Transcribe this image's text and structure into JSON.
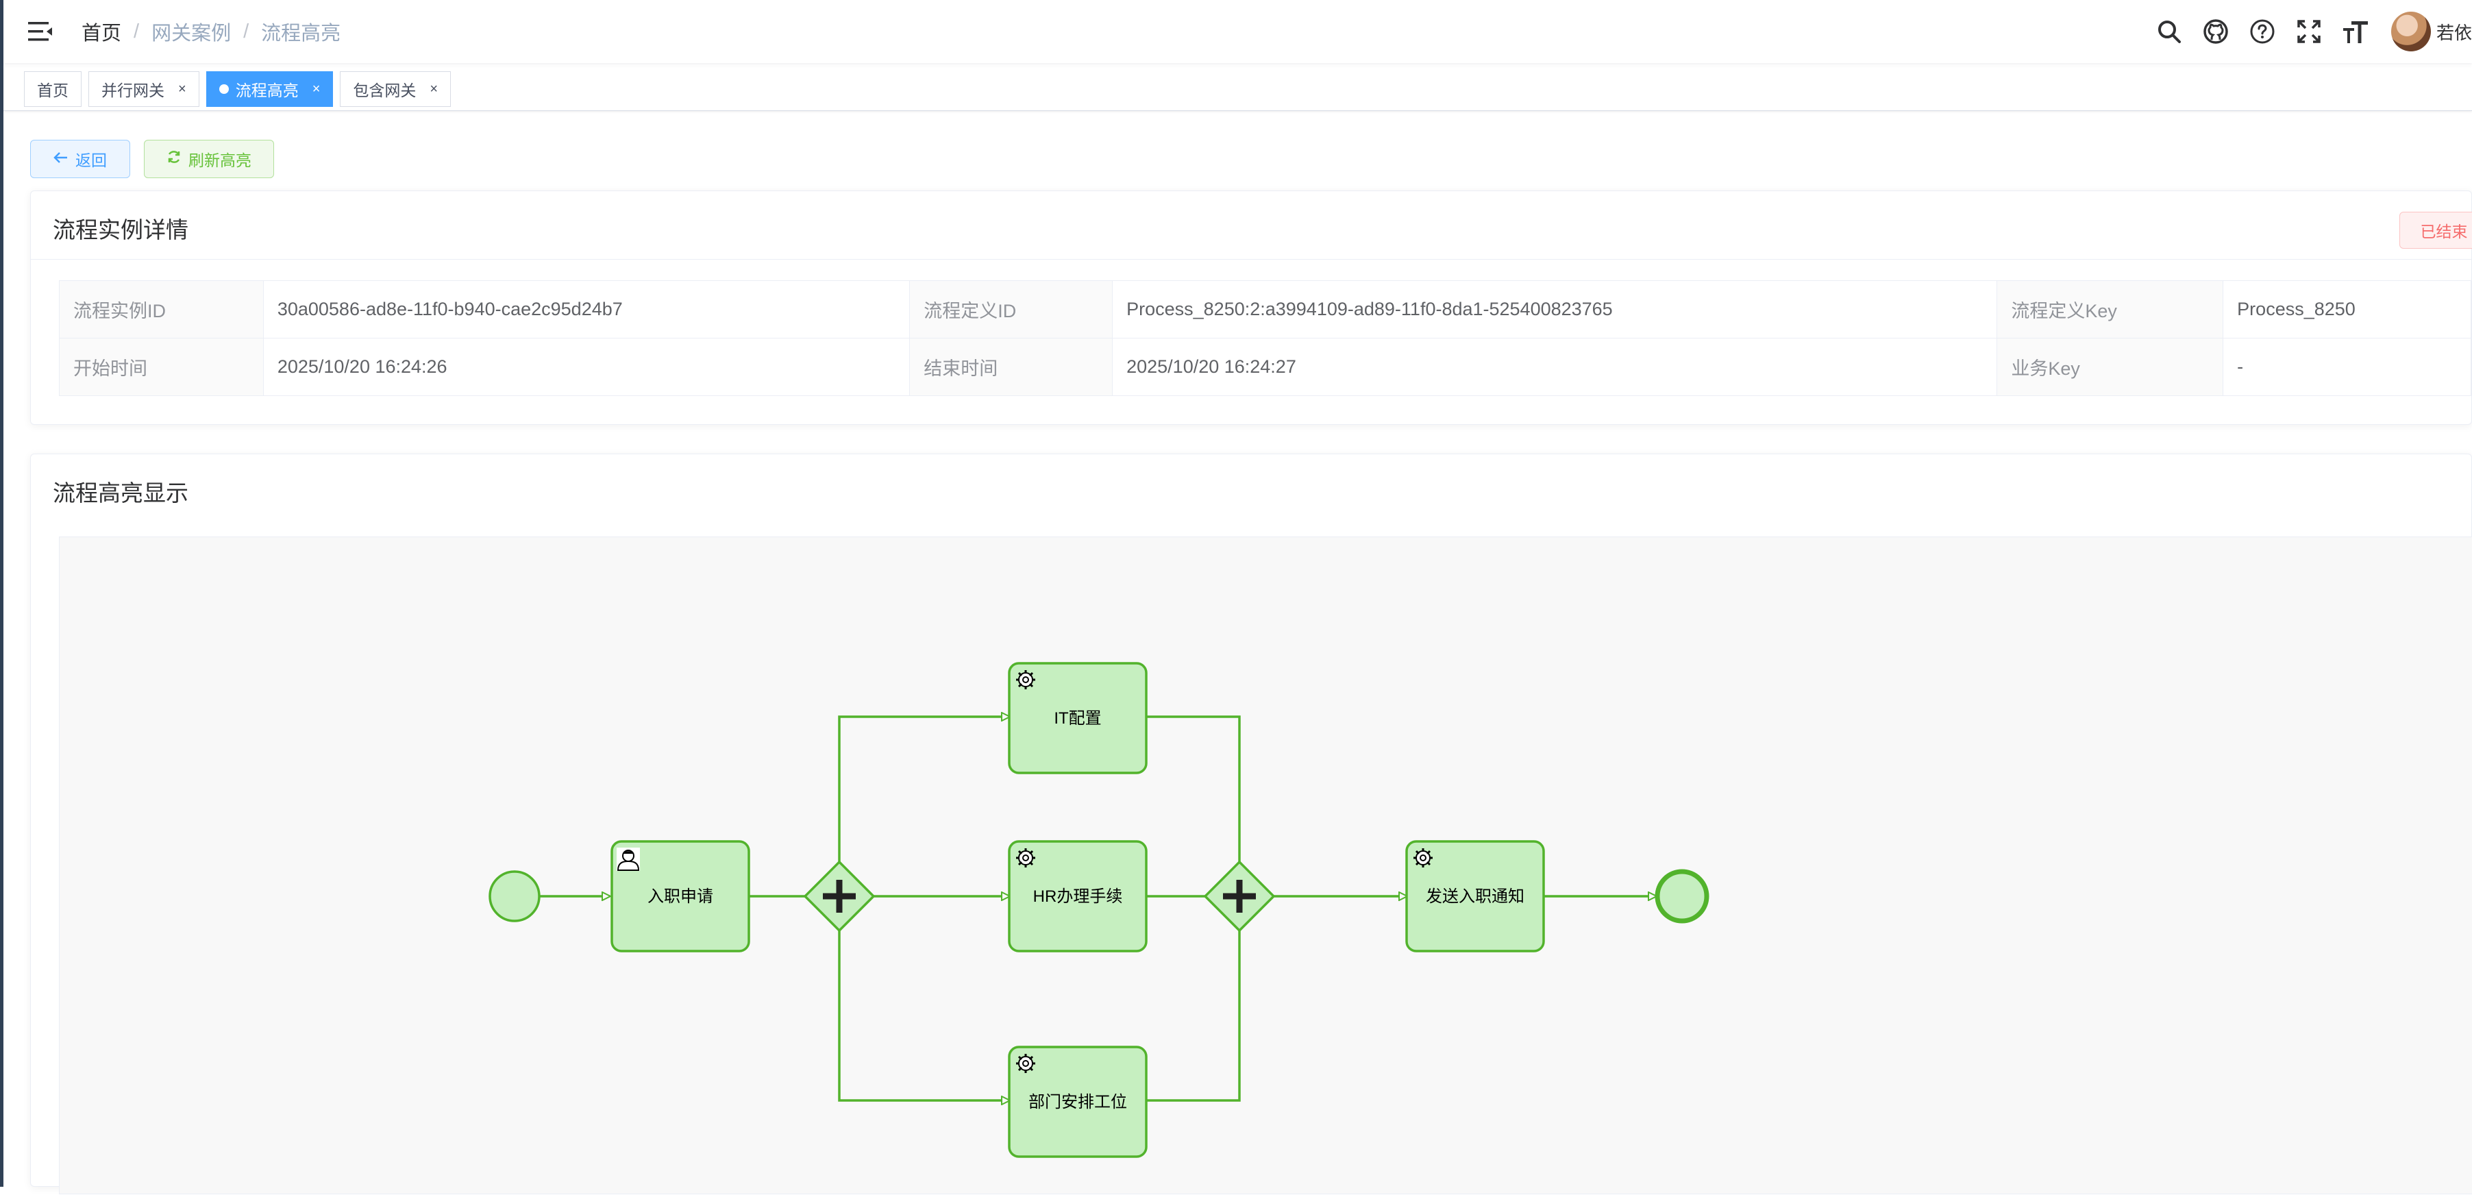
{
  "header": {
    "breadcrumb": [
      "首页",
      "网关案例",
      "流程高亮"
    ],
    "icons": [
      "search-icon",
      "github-icon",
      "question-icon",
      "fullscreen-icon",
      "font-size-icon"
    ],
    "username": "若依"
  },
  "tags": [
    {
      "label": "首页",
      "closable": false,
      "active": false
    },
    {
      "label": "并行网关",
      "closable": true,
      "active": false
    },
    {
      "label": "流程高亮",
      "closable": true,
      "active": true
    },
    {
      "label": "包含网关",
      "closable": true,
      "active": false
    }
  ],
  "tag_close_glyph": "×",
  "actions": {
    "back_label": "返回",
    "refresh_label": "刷新高亮"
  },
  "detail": {
    "title": "流程实例详情",
    "status": "已结束",
    "rows": [
      [
        {
          "label": "流程实例ID",
          "value": "30a00586-ad8e-11f0-b940-cae2c95d24b7"
        },
        {
          "label": "流程定义ID",
          "value": "Process_8250:2:a3994109-ad89-11f0-8da1-525400823765"
        },
        {
          "label": "流程定义Key",
          "value": "Process_8250"
        }
      ],
      [
        {
          "label": "开始时间",
          "value": "2025/10/20 16:24:26"
        },
        {
          "label": "结束时间",
          "value": "2025/10/20 16:24:27"
        },
        {
          "label": "业务Key",
          "value": "-"
        }
      ]
    ]
  },
  "highlight": {
    "title": "流程高亮显示",
    "colors": {
      "stroke": "#52b32c",
      "fill": "#c6efc0",
      "canvas": "#f8f8f8"
    },
    "nodes": {
      "apply": "入职申请",
      "it": "IT配置",
      "hr": "HR办理手续",
      "dept": "部门安排工位",
      "notify": "发送入职通知"
    }
  }
}
